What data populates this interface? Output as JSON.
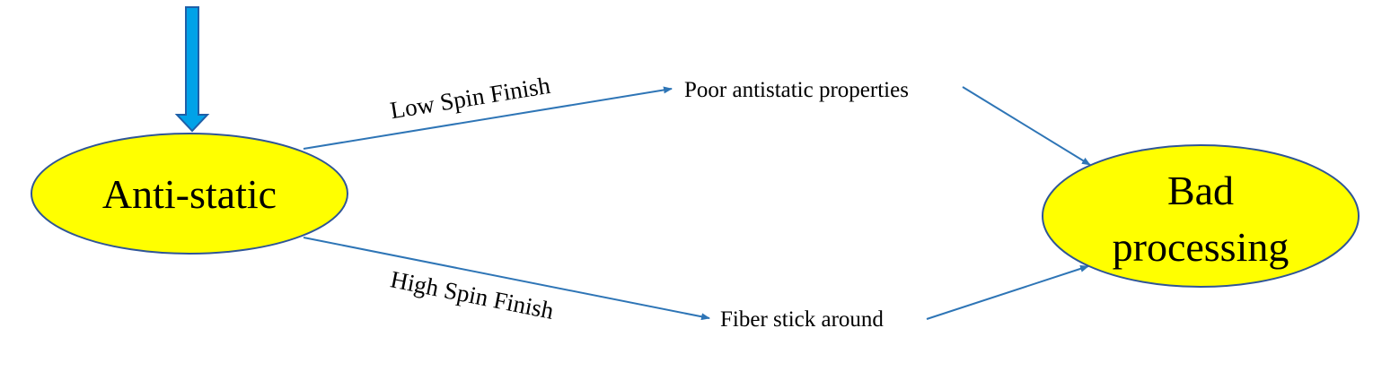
{
  "diagram": {
    "colors": {
      "node_fill": "#ffff00",
      "node_stroke": "#2f5597",
      "edge": "#2e75b6",
      "input_arrow_fill": "#00a2e8",
      "input_arrow_stroke": "#1f5fa8",
      "text": "#000000"
    },
    "nodes": {
      "anti_static": "Anti-static",
      "bad_processing_line1": "Bad",
      "bad_processing_line2": "processing",
      "poor_antistatic": "Poor antistatic properties",
      "fiber_stick": "Fiber stick around"
    },
    "edges": {
      "low_spin_finish": "Low Spin Finish",
      "high_spin_finish": "High Spin Finish"
    }
  }
}
